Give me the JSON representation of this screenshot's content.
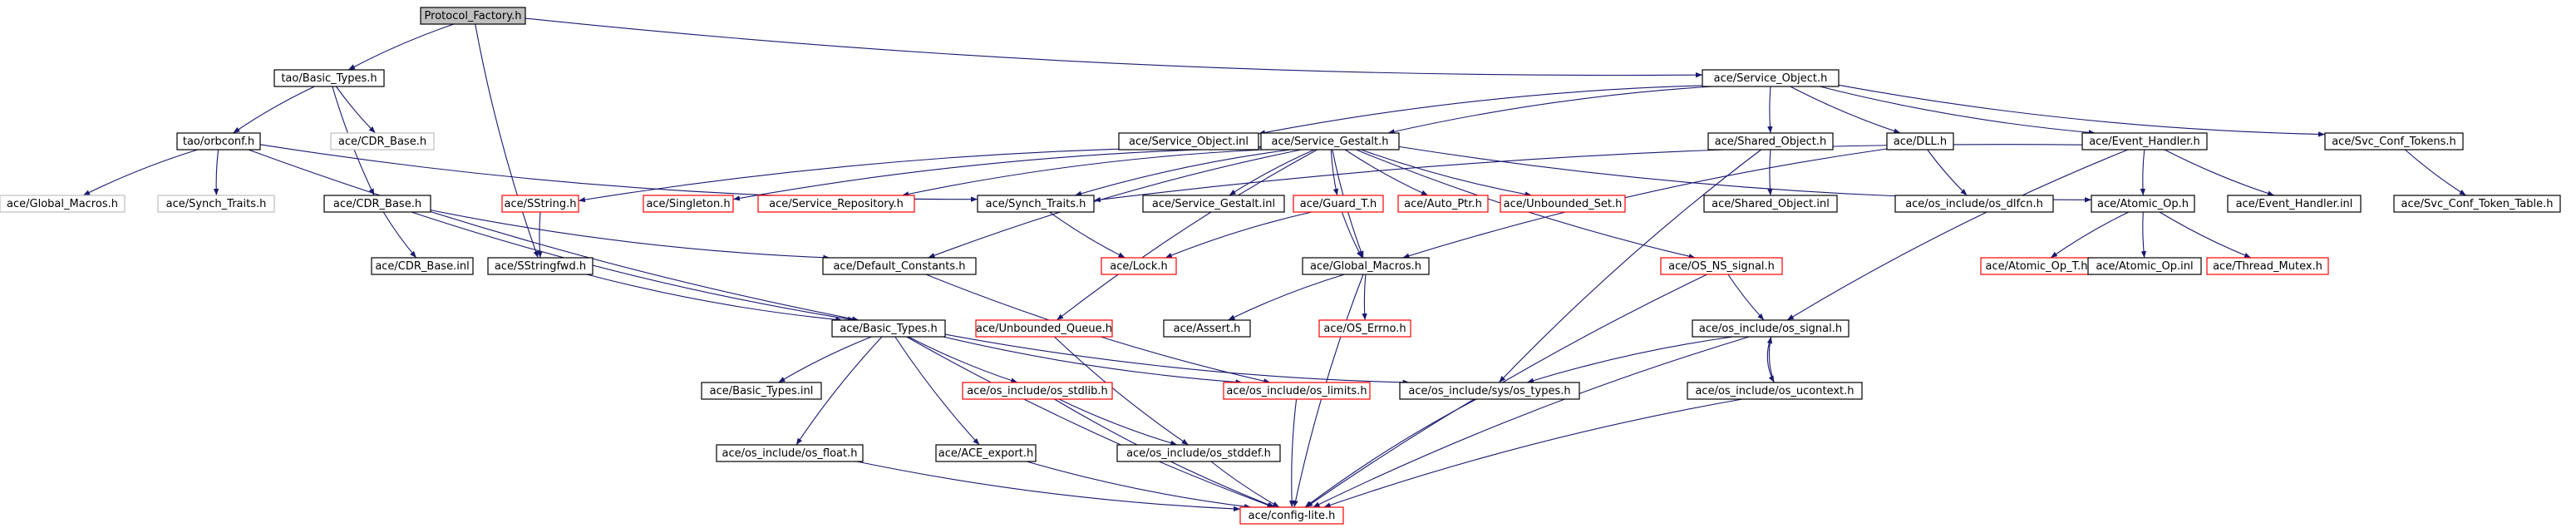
{
  "colors": {
    "edge": "#191970",
    "box_default": "#000000",
    "box_missing": "#ff0000",
    "box_external": "#bfbfbf",
    "root_fill": "#bfbfbf",
    "fill": "#ffffff"
  },
  "nodes": [
    {
      "id": "root",
      "label": "Protocol_Factory.h",
      "kind": "root"
    },
    {
      "id": "tao_basic",
      "label": "tao/Basic_Types.h",
      "kind": "default"
    },
    {
      "id": "ace_so",
      "label": "ace/Service_Object.h",
      "kind": "default"
    },
    {
      "id": "tao_orbconf",
      "label": "tao/orbconf.h",
      "kind": "default"
    },
    {
      "id": "ace_cdr_gray",
      "label": "ace/CDR_Base.h",
      "kind": "external"
    },
    {
      "id": "ace_so_inl",
      "label": "ace/Service_Object.inl",
      "kind": "default"
    },
    {
      "id": "ace_sg",
      "label": "ace/Service_Gestalt.h",
      "kind": "default"
    },
    {
      "id": "ace_shared",
      "label": "ace/Shared_Object.h",
      "kind": "default"
    },
    {
      "id": "ace_dll",
      "label": "ace/DLL.h",
      "kind": "default"
    },
    {
      "id": "ace_eh",
      "label": "ace/Event_Handler.h",
      "kind": "default"
    },
    {
      "id": "ace_svctok",
      "label": "ace/Svc_Conf_Tokens.h",
      "kind": "default"
    },
    {
      "id": "ace_globalmacros_gray",
      "label": "ace/Global_Macros.h",
      "kind": "external"
    },
    {
      "id": "ace_synch_gray",
      "label": "ace/Synch_Traits.h",
      "kind": "external"
    },
    {
      "id": "ace_cdr",
      "label": "ace/CDR_Base.h",
      "kind": "default"
    },
    {
      "id": "ace_sstring",
      "label": "ace/SString.h",
      "kind": "missing"
    },
    {
      "id": "ace_singleton",
      "label": "ace/Singleton.h",
      "kind": "missing"
    },
    {
      "id": "ace_svcrepo",
      "label": "ace/Service_Repository.h",
      "kind": "missing"
    },
    {
      "id": "ace_synch",
      "label": "ace/Synch_Traits.h",
      "kind": "default"
    },
    {
      "id": "ace_sg_inl",
      "label": "ace/Service_Gestalt.inl",
      "kind": "default"
    },
    {
      "id": "ace_guard",
      "label": "ace/Guard_T.h",
      "kind": "missing"
    },
    {
      "id": "ace_autoptr",
      "label": "ace/Auto_Ptr.h",
      "kind": "missing"
    },
    {
      "id": "ace_unbset",
      "label": "ace/Unbounded_Set.h",
      "kind": "missing"
    },
    {
      "id": "ace_shared_inl",
      "label": "ace/Shared_Object.inl",
      "kind": "default"
    },
    {
      "id": "ace_dlfcn",
      "label": "ace/os_include/os_dlfcn.h",
      "kind": "default"
    },
    {
      "id": "ace_atomic",
      "label": "ace/Atomic_Op.h",
      "kind": "default"
    },
    {
      "id": "ace_eh_inl",
      "label": "ace/Event_Handler.inl",
      "kind": "default"
    },
    {
      "id": "ace_svctoktab",
      "label": "ace/Svc_Conf_Token_Table.h",
      "kind": "default"
    },
    {
      "id": "ace_cdr_inl",
      "label": "ace/CDR_Base.inl",
      "kind": "default"
    },
    {
      "id": "ace_sstringfwd",
      "label": "ace/SStringfwd.h",
      "kind": "default"
    },
    {
      "id": "ace_defconst",
      "label": "ace/Default_Constants.h",
      "kind": "default"
    },
    {
      "id": "ace_lock",
      "label": "ace/Lock.h",
      "kind": "missing"
    },
    {
      "id": "ace_globalmacros",
      "label": "ace/Global_Macros.h",
      "kind": "default"
    },
    {
      "id": "ace_osns",
      "label": "ace/OS_NS_signal.h",
      "kind": "missing"
    },
    {
      "id": "ace_atomic_t",
      "label": "ace/Atomic_Op_T.h",
      "kind": "missing"
    },
    {
      "id": "ace_atomic_inl",
      "label": "ace/Atomic_Op.inl",
      "kind": "default"
    },
    {
      "id": "ace_thrmutex",
      "label": "ace/Thread_Mutex.h",
      "kind": "missing"
    },
    {
      "id": "ace_assert",
      "label": "ace/Assert.h",
      "kind": "default"
    },
    {
      "id": "ace_oserrno",
      "label": "ace/OS_Errno.h",
      "kind": "missing"
    },
    {
      "id": "ace_basic",
      "label": "ace/Basic_Types.h",
      "kind": "default"
    },
    {
      "id": "ace_unbqueue",
      "label": "ace/Unbounded_Queue.h",
      "kind": "missing"
    },
    {
      "id": "ace_ossignal",
      "label": "ace/os_include/os_signal.h",
      "kind": "default"
    },
    {
      "id": "ace_basic_inl",
      "label": "ace/Basic_Types.inl",
      "kind": "default"
    },
    {
      "id": "ace_osstdlib",
      "label": "ace/os_include/os_stdlib.h",
      "kind": "missing"
    },
    {
      "id": "ace_oslimits",
      "label": "ace/os_include/os_limits.h",
      "kind": "missing"
    },
    {
      "id": "ace_ostypes",
      "label": "ace/os_include/sys/os_types.h",
      "kind": "default"
    },
    {
      "id": "ace_osucontext",
      "label": "ace/os_include/os_ucontext.h",
      "kind": "default"
    },
    {
      "id": "ace_osfloat",
      "label": "ace/os_include/os_float.h",
      "kind": "default"
    },
    {
      "id": "ace_export",
      "label": "ace/ACE_export.h",
      "kind": "default"
    },
    {
      "id": "ace_osstddef",
      "label": "ace/os_include/os_stddef.h",
      "kind": "default"
    },
    {
      "id": "ace_configlite",
      "label": "ace/config-lite.h",
      "kind": "missing"
    }
  ],
  "edges": [
    [
      "root",
      "tao_basic"
    ],
    [
      "root",
      "ace_so"
    ],
    [
      "root",
      "ace_sstringfwd"
    ],
    [
      "tao_basic",
      "tao_orbconf"
    ],
    [
      "tao_basic",
      "ace_cdr_gray"
    ],
    [
      "tao_basic",
      "ace_cdr"
    ],
    [
      "tao_orbconf",
      "ace_globalmacros_gray"
    ],
    [
      "tao_orbconf",
      "ace_synch_gray"
    ],
    [
      "tao_orbconf",
      "ace_basic"
    ],
    [
      "tao_orbconf",
      "ace_synch"
    ],
    [
      "ace_so",
      "ace_so_inl"
    ],
    [
      "ace_so",
      "ace_sg"
    ],
    [
      "ace_so",
      "ace_shared"
    ],
    [
      "ace_so",
      "ace_dll"
    ],
    [
      "ace_so",
      "ace_eh"
    ],
    [
      "ace_so",
      "ace_svctok"
    ],
    [
      "ace_sg",
      "ace_sstring"
    ],
    [
      "ace_sg",
      "ace_singleton"
    ],
    [
      "ace_sg",
      "ace_svcrepo"
    ],
    [
      "ace_sg",
      "ace_synch"
    ],
    [
      "ace_sg",
      "ace_sg_inl"
    ],
    [
      "ace_sg",
      "ace_guard"
    ],
    [
      "ace_sg",
      "ace_autoptr"
    ],
    [
      "ace_sg",
      "ace_unbset"
    ],
    [
      "ace_sg",
      "ace_defconst"
    ],
    [
      "ace_sg",
      "ace_unbqueue"
    ],
    [
      "ace_sg",
      "ace_osns"
    ],
    [
      "ace_sg",
      "ace_atomic"
    ],
    [
      "ace_sg",
      "ace_globalmacros"
    ],
    [
      "ace_shared",
      "ace_shared_inl"
    ],
    [
      "ace_shared",
      "ace_ostypes"
    ],
    [
      "ace_dll",
      "ace_dlfcn"
    ],
    [
      "ace_dll",
      "ace_globalmacros"
    ],
    [
      "ace_eh",
      "ace_atomic"
    ],
    [
      "ace_eh",
      "ace_eh_inl"
    ],
    [
      "ace_eh",
      "ace_ossignal"
    ],
    [
      "ace_eh",
      "ace_synch"
    ],
    [
      "ace_svctok",
      "ace_svctoktab"
    ],
    [
      "ace_cdr",
      "ace_cdr_inl"
    ],
    [
      "ace_cdr",
      "ace_basic"
    ],
    [
      "ace_cdr",
      "ace_defconst"
    ],
    [
      "ace_sstring",
      "ace_sstringfwd"
    ],
    [
      "ace_sstringfwd",
      "ace_basic"
    ],
    [
      "ace_synch",
      "ace_lock"
    ],
    [
      "ace_guard",
      "ace_lock"
    ],
    [
      "ace_guard",
      "ace_globalmacros"
    ],
    [
      "ace_atomic",
      "ace_atomic_t"
    ],
    [
      "ace_atomic",
      "ace_atomic_inl"
    ],
    [
      "ace_atomic",
      "ace_thrmutex"
    ],
    [
      "ace_defconst",
      "ace_oslimits"
    ],
    [
      "ace_globalmacros",
      "ace_assert"
    ],
    [
      "ace_globalmacros",
      "ace_oserrno"
    ],
    [
      "ace_globalmacros",
      "ace_configlite"
    ],
    [
      "ace_osns",
      "ace_ossignal"
    ],
    [
      "ace_osns",
      "ace_configlite"
    ],
    [
      "ace_basic",
      "ace_basic_inl"
    ],
    [
      "ace_basic",
      "ace_osfloat"
    ],
    [
      "ace_basic",
      "ace_osstdlib"
    ],
    [
      "ace_basic",
      "ace_export"
    ],
    [
      "ace_basic",
      "ace_oslimits"
    ],
    [
      "ace_basic",
      "ace_ostypes"
    ],
    [
      "ace_basic",
      "ace_configlite"
    ],
    [
      "ace_unbqueue",
      "ace_osstddef"
    ],
    [
      "ace_ossignal",
      "ace_ostypes"
    ],
    [
      "ace_ossignal",
      "ace_osucontext"
    ],
    [
      "ace_ossignal",
      "ace_configlite"
    ],
    [
      "ace_osucontext",
      "ace_ossignal"
    ],
    [
      "ace_osucontext",
      "ace_configlite"
    ],
    [
      "ace_osstdlib",
      "ace_osstddef"
    ],
    [
      "ace_osstdlib",
      "ace_configlite"
    ],
    [
      "ace_oslimits",
      "ace_configlite"
    ],
    [
      "ace_ostypes",
      "ace_configlite"
    ],
    [
      "ace_osfloat",
      "ace_configlite"
    ],
    [
      "ace_export",
      "ace_configlite"
    ],
    [
      "ace_osstddef",
      "ace_configlite"
    ]
  ]
}
